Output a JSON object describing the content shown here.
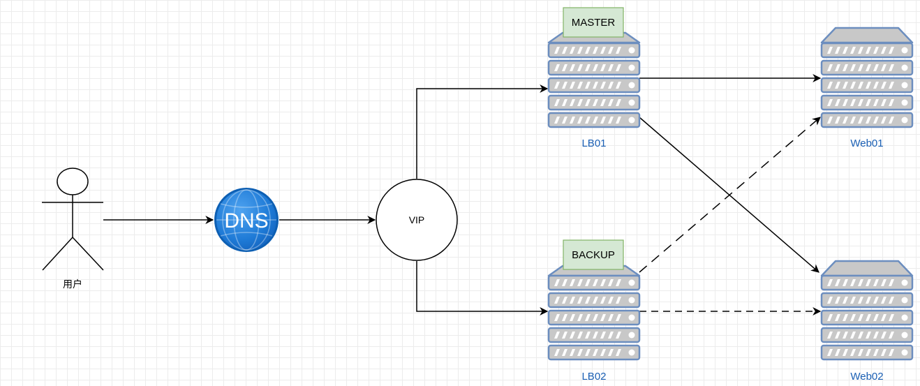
{
  "nodes": {
    "user": {
      "label": "用户"
    },
    "dns": {
      "label": "DNS"
    },
    "vip": {
      "label": "VIP"
    },
    "lb01": {
      "label": "LB01",
      "role": "MASTER"
    },
    "lb02": {
      "label": "LB02",
      "role": "BACKUP"
    },
    "web01": {
      "label": "Web01"
    },
    "web02": {
      "label": "Web02"
    }
  },
  "edges": [
    {
      "from": "user",
      "to": "dns",
      "style": "solid"
    },
    {
      "from": "dns",
      "to": "vip",
      "style": "solid"
    },
    {
      "from": "vip",
      "to": "lb01",
      "style": "solid"
    },
    {
      "from": "vip",
      "to": "lb02",
      "style": "solid"
    },
    {
      "from": "lb01",
      "to": "web01",
      "style": "solid"
    },
    {
      "from": "lb01",
      "to": "web02",
      "style": "solid"
    },
    {
      "from": "lb02",
      "to": "web01",
      "style": "dashed"
    },
    {
      "from": "lb02",
      "to": "web02",
      "style": "dashed"
    }
  ],
  "colors": {
    "server_fill": "#c8c8c8",
    "server_stroke": "#6c8ebf",
    "tag_fill": "#d5e8d4",
    "tag_stroke": "#82b366",
    "server_label": "#1a5fb4",
    "dns_blue": "#1e7ad6"
  }
}
